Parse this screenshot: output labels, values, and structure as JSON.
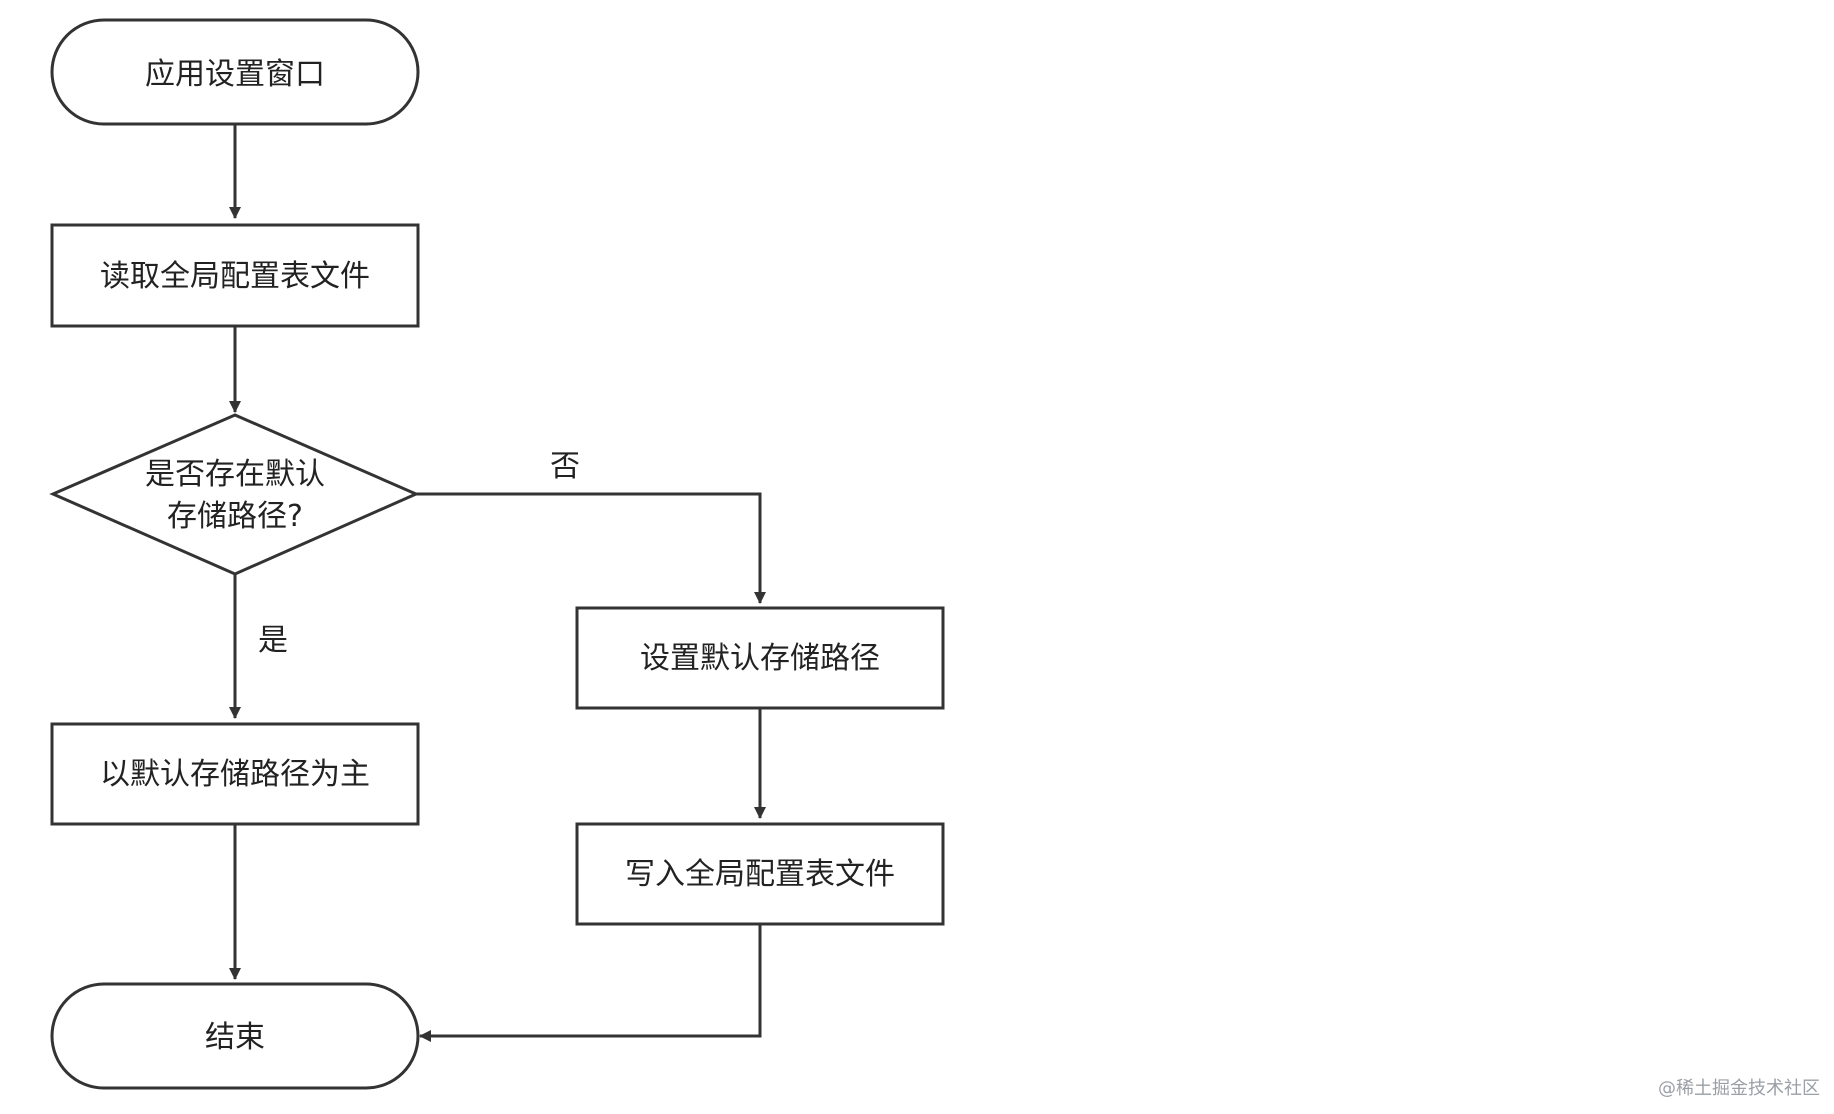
{
  "nodes": {
    "start": "应用设置窗口",
    "read_config": "读取全局配置表文件",
    "decision_line1": "是否存在默认",
    "decision_line2": "存储路径?",
    "use_default": "以默认存储路径为主",
    "set_default": "设置默认存储路径",
    "write_config": "写入全局配置表文件",
    "end": "结束"
  },
  "edges": {
    "no_label": "否",
    "yes_label": "是"
  },
  "watermark": "@稀土掘金技术社区",
  "colors": {
    "stroke": "#333333",
    "fill": "#ffffff",
    "text": "#222222"
  }
}
